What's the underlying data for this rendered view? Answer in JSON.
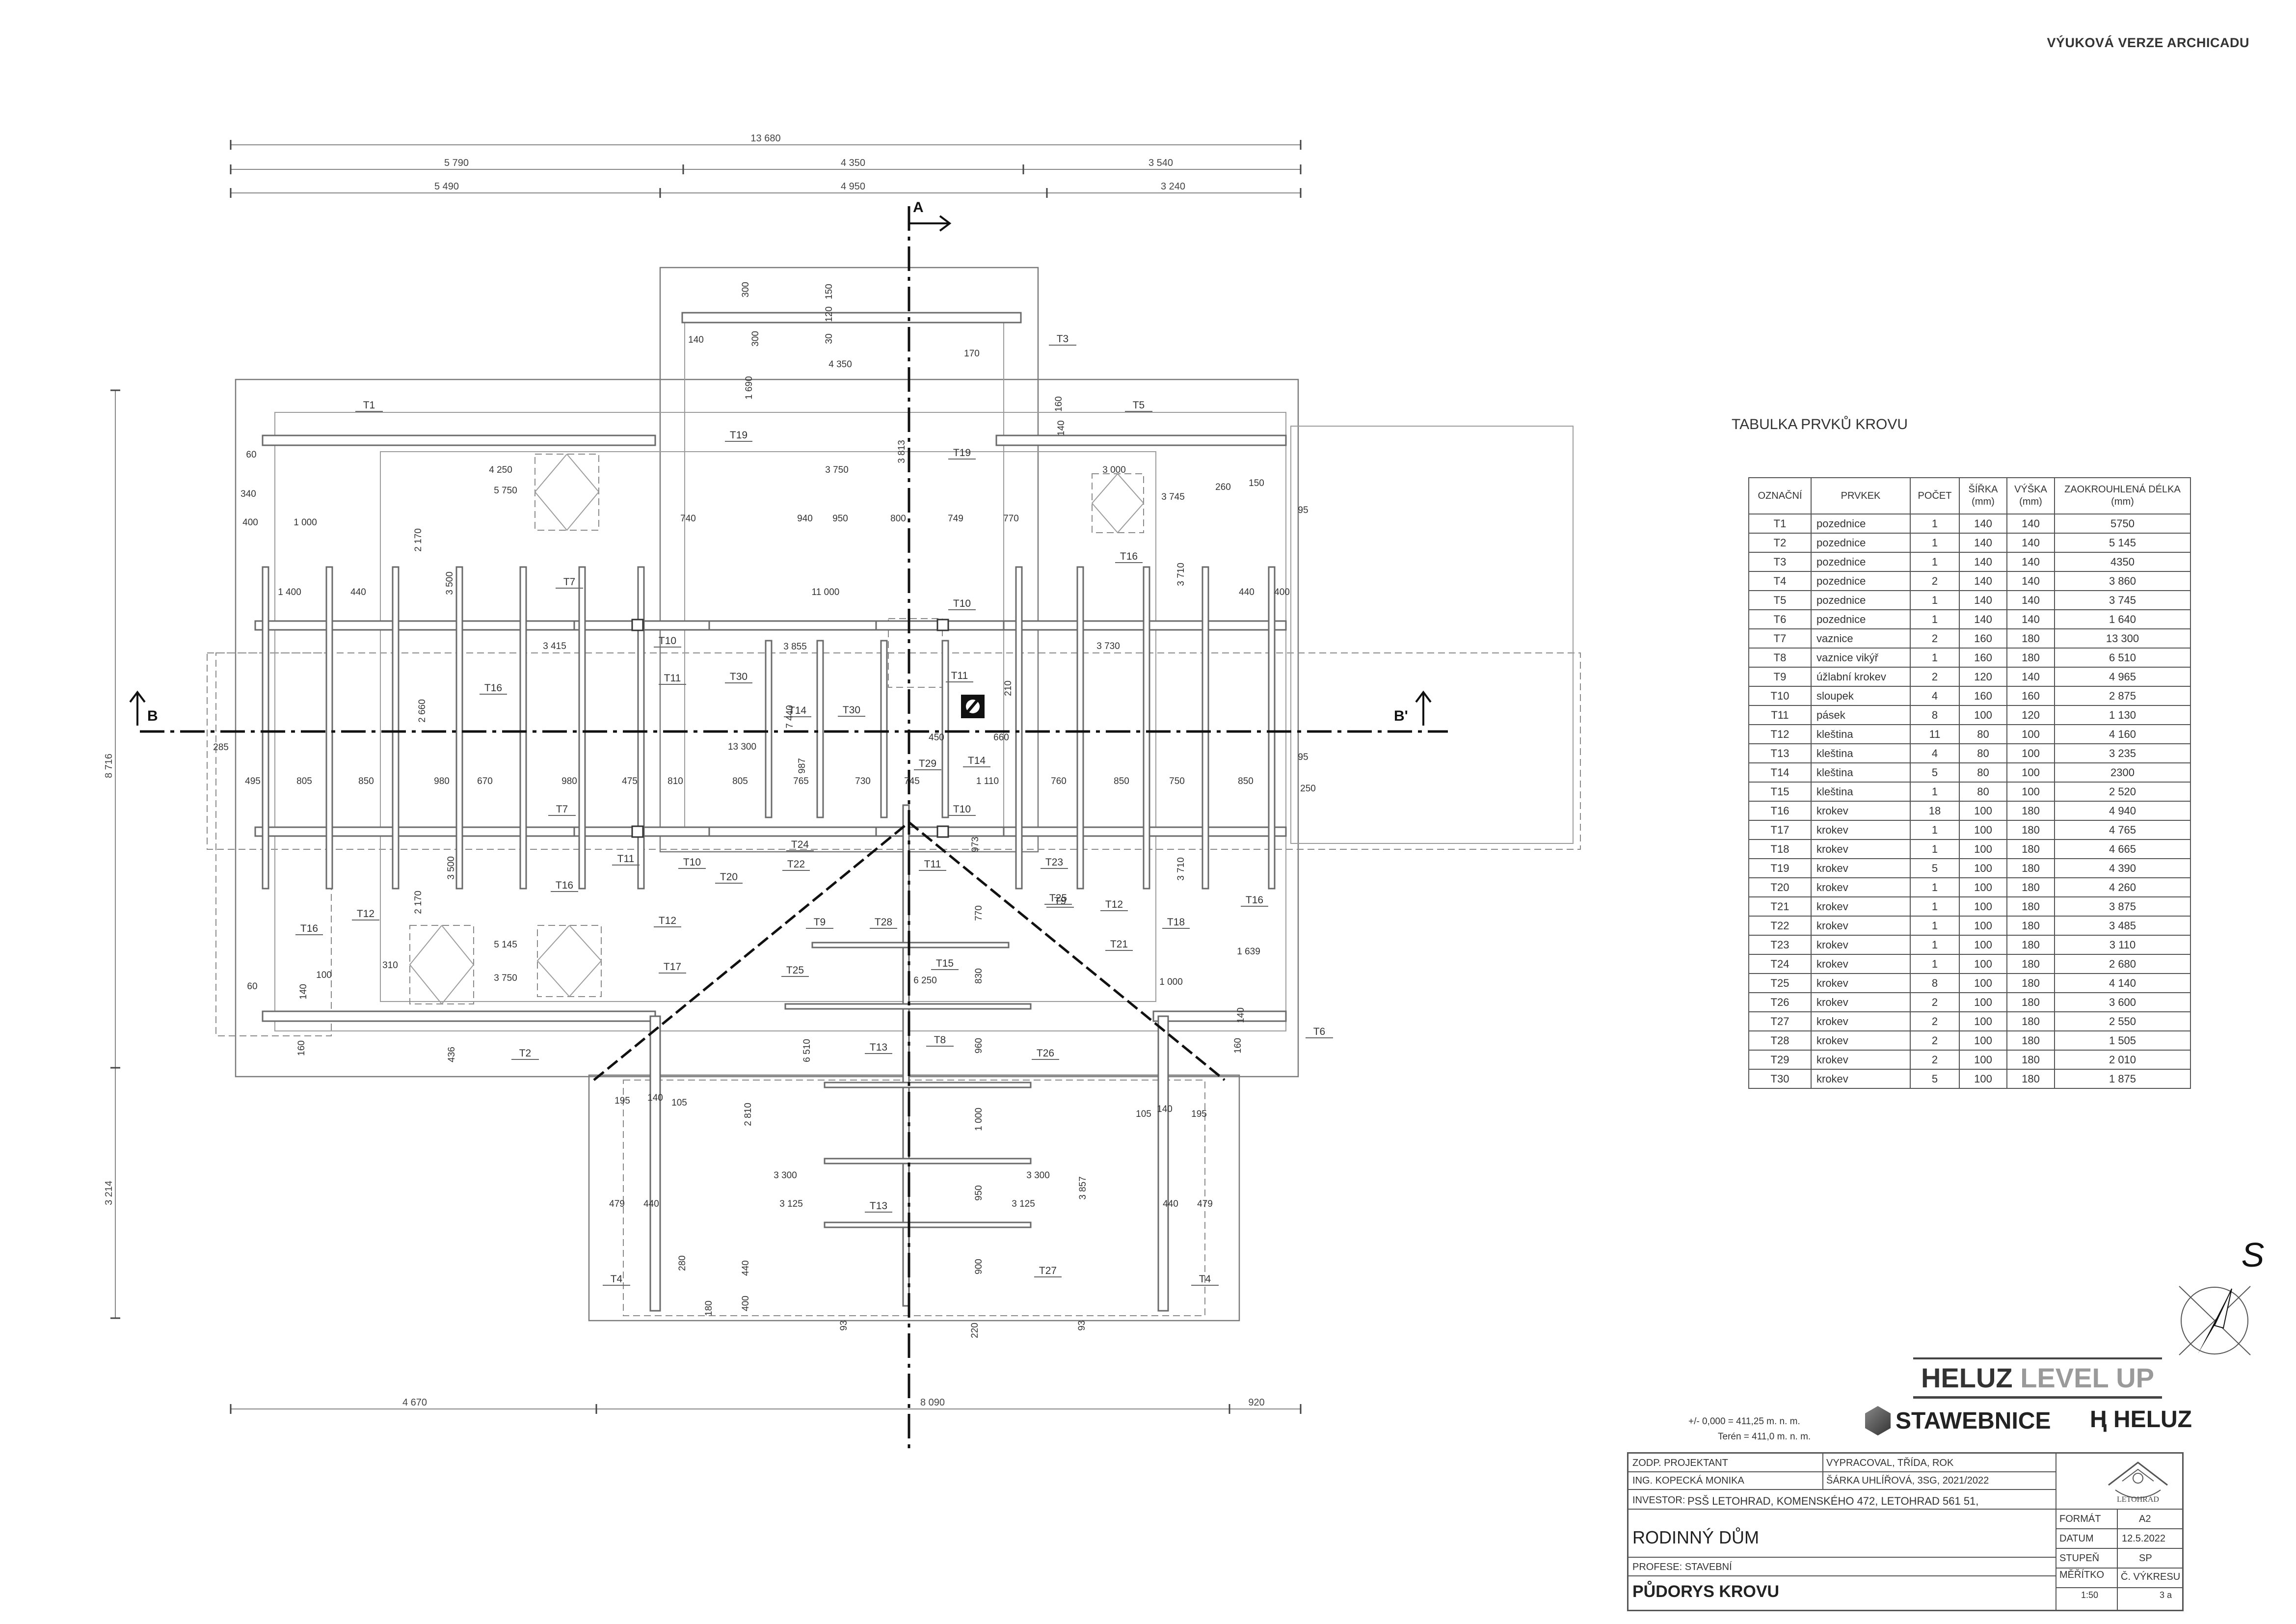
{
  "watermark": "VÝUKOVÁ VERZE ARCHICADU",
  "plan": {
    "top_dims": {
      "overall": "13 680",
      "row2": [
        "5 790",
        "4 350",
        "3 540"
      ],
      "row3": [
        "5 490",
        "4 950",
        "3 240"
      ]
    },
    "bottom_dims": [
      "4 670",
      "8 090",
      "920"
    ],
    "left_dims": [
      "8 716",
      "3 214"
    ],
    "section_marks": {
      "a": "A",
      "b": "B",
      "b_prime": "B'"
    },
    "element_tags": [
      "T1",
      "T2",
      "T3",
      "T4",
      "T4",
      "T5",
      "T6",
      "T7",
      "T7",
      "T8",
      "T9",
      "T9",
      "T10",
      "T10",
      "T10",
      "T10",
      "T11",
      "T11",
      "T11",
      "T11",
      "T12",
      "T12",
      "T12",
      "T13",
      "T13",
      "T14",
      "T14",
      "T15",
      "T16",
      "T16",
      "T16",
      "T16",
      "T16",
      "T17",
      "T18",
      "T19",
      "T19",
      "T20",
      "T21",
      "T22",
      "T23",
      "T24",
      "T25",
      "T25",
      "T26",
      "T27",
      "T28",
      "T29",
      "T30",
      "T30"
    ],
    "inner_dims": [
      "60",
      "340",
      "400",
      "4 250",
      "5 750",
      "1 000",
      "1 400",
      "440",
      "2 170",
      "3 500",
      "3 415",
      "11 000",
      "740",
      "940",
      "950",
      "800",
      "749",
      "770",
      "3 750",
      "3 000",
      "3 745",
      "260",
      "150",
      "95",
      "3 710",
      "440",
      "400",
      "3 730",
      "3 855",
      "7 440",
      "13 300",
      "450",
      "660",
      "285",
      "495",
      "805",
      "850",
      "980",
      "670",
      "980",
      "475",
      "810",
      "805",
      "765",
      "987",
      "730",
      "745",
      "1 110",
      "760",
      "850",
      "750",
      "850",
      "95",
      "250",
      "2 660",
      "2 170",
      "3 500",
      "3 710",
      "5 145",
      "3 750",
      "310",
      "100",
      "140",
      "60",
      "160",
      "436",
      "6 250",
      "770",
      "830",
      "960",
      "6 510",
      "2 810",
      "1 000",
      "3 300",
      "3 300",
      "3 125",
      "3 125",
      "950",
      "900",
      "3 857",
      "195",
      "140",
      "105",
      "105",
      "140",
      "195",
      "479",
      "440",
      "440",
      "479",
      "280",
      "440",
      "180",
      "400",
      "93",
      "220",
      "93",
      "1 639",
      "1 000",
      "140",
      "160",
      "4 350",
      "1 690",
      "3 813",
      "170",
      "300",
      "300",
      "30",
      "120",
      "150",
      "140",
      "210",
      "973",
      "160",
      "140"
    ]
  },
  "table": {
    "title": "TABULKA PRVKŮ KROVU",
    "headers": [
      "OZNAČNÍ",
      "PRVKEK",
      "POČET",
      "ŠÍŘKA (mm)",
      "VÝŠKA (mm)",
      "ZAOKROUHLENÁ DÉLKA (mm)"
    ],
    "rows": [
      [
        "T1",
        "pozednice",
        "1",
        "140",
        "140",
        "5750"
      ],
      [
        "T2",
        "pozednice",
        "1",
        "140",
        "140",
        "5 145"
      ],
      [
        "T3",
        "pozednice",
        "1",
        "140",
        "140",
        "4350"
      ],
      [
        "T4",
        "pozednice",
        "2",
        "140",
        "140",
        "3 860"
      ],
      [
        "T5",
        "pozednice",
        "1",
        "140",
        "140",
        "3 745"
      ],
      [
        "T6",
        "pozednice",
        "1",
        "140",
        "140",
        "1 640"
      ],
      [
        "T7",
        "vaznice",
        "2",
        "160",
        "180",
        "13 300"
      ],
      [
        "T8",
        "vaznice vikýř",
        "1",
        "160",
        "180",
        "6 510"
      ],
      [
        "T9",
        "úžlabní krokev",
        "2",
        "120",
        "140",
        "4 965"
      ],
      [
        "T10",
        "sloupek",
        "4",
        "160",
        "160",
        "2 875"
      ],
      [
        "T11",
        "pásek",
        "8",
        "100",
        "120",
        "1 130"
      ],
      [
        "T12",
        "kleština",
        "11",
        "80",
        "100",
        "4 160"
      ],
      [
        "T13",
        "kleština",
        "4",
        "80",
        "100",
        "3 235"
      ],
      [
        "T14",
        "kleština",
        "5",
        "80",
        "100",
        "2300"
      ],
      [
        "T15",
        "kleština",
        "1",
        "80",
        "100",
        "2 520"
      ],
      [
        "T16",
        "krokev",
        "18",
        "100",
        "180",
        "4 940"
      ],
      [
        "T17",
        "krokev",
        "1",
        "100",
        "180",
        "4 765"
      ],
      [
        "T18",
        "krokev",
        "1",
        "100",
        "180",
        "4 665"
      ],
      [
        "T19",
        "krokev",
        "5",
        "100",
        "180",
        "4 390"
      ],
      [
        "T20",
        "krokev",
        "1",
        "100",
        "180",
        "4 260"
      ],
      [
        "T21",
        "krokev",
        "1",
        "100",
        "180",
        "3 875"
      ],
      [
        "T22",
        "krokev",
        "1",
        "100",
        "180",
        "3 485"
      ],
      [
        "T23",
        "krokev",
        "1",
        "100",
        "180",
        "3 110"
      ],
      [
        "T24",
        "krokev",
        "1",
        "100",
        "180",
        "2 680"
      ],
      [
        "T25",
        "krokev",
        "8",
        "100",
        "180",
        "4 140"
      ],
      [
        "T26",
        "krokev",
        "2",
        "100",
        "180",
        "3 600"
      ],
      [
        "T27",
        "krokev",
        "2",
        "100",
        "180",
        "2 550"
      ],
      [
        "T28",
        "krokev",
        "2",
        "100",
        "180",
        "1 505"
      ],
      [
        "T29",
        "krokev",
        "2",
        "100",
        "180",
        "2 010"
      ],
      [
        "T30",
        "krokev",
        "5",
        "100",
        "180",
        "1 875"
      ]
    ]
  },
  "north_symbol": "S",
  "logos": {
    "heluz_level_up_a": "HELUZ",
    "heluz_level_up_b": "LEVEL UP",
    "stawebnice": "STAWEBNICE",
    "heluz": "HELUZ",
    "letohrad": "LETOHRAD"
  },
  "elevation": {
    "zero": "+/- 0,000 = 411,25 m. n. m.",
    "terrain": "Terén = 411,0 m. n. m."
  },
  "title_block": {
    "zodp_label": "ZODP. PROJEKTANT",
    "zodp_value": "ING. KOPECKÁ MONIKA",
    "vypracoval_label": "VYPRACOVAL, TŘÍDA, ROK",
    "vypracoval_value": "ŠÁRKA UHLÍŘOVÁ, 3SG, 2021/2022",
    "investor_label": "INVESTOR:",
    "investor_value": "PSŠ LETOHRAD, KOMENSKÉHO 472, LETOHRAD 561 51,",
    "project": "RODINNÝ DŮM",
    "profese": "PROFESE: STAVEBNÍ",
    "drawing_title": "PŮDORYS KROVU",
    "format_label": "FORMÁT",
    "format_value": "A2",
    "datum_label": "DATUM",
    "datum_value": "12.5.2022",
    "stupen_label": "STUPEŇ",
    "stupen_value": "SP",
    "meritko_label": "MĚŘÍTKO",
    "meritko_value": "1:50",
    "cislo_label": "Č. VÝKRESU",
    "cislo_value": "3 a"
  }
}
